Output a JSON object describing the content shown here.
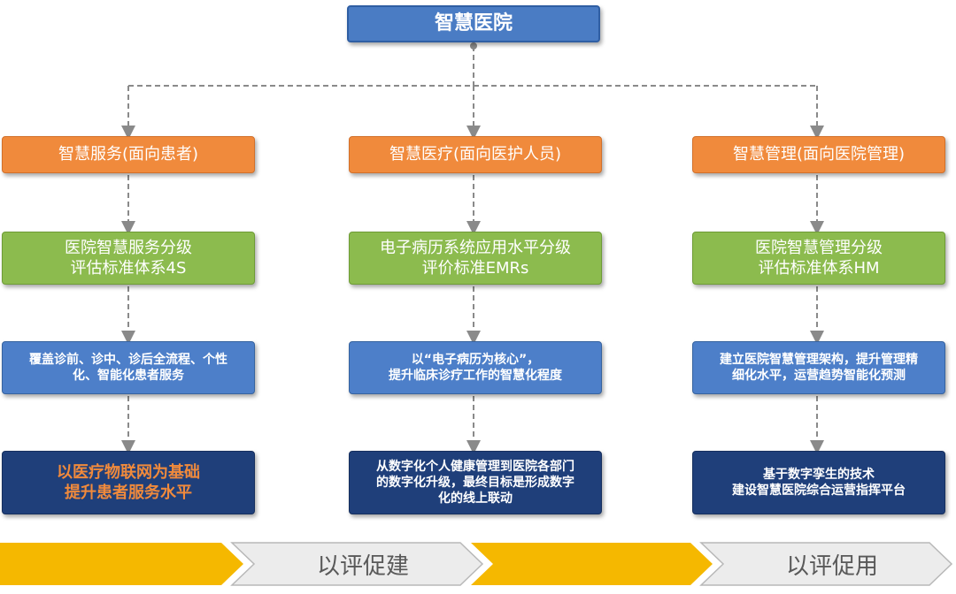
{
  "title": "智慧医院",
  "columns": [
    {
      "category": "智慧服务(面向患者)",
      "standard": [
        "医院智慧服务分级",
        "评估标准体系4S"
      ],
      "focus": [
        "覆盖诊前、诊中、诊后全流程、个性",
        "化、智能化患者服务"
      ],
      "goal": [
        "以医疗物联网为基础",
        "提升患者服务水平"
      ]
    },
    {
      "category": "智慧医疗(面向医护人员)",
      "standard": [
        "电子病历系统应用水平分级",
        "评价标准EMRs"
      ],
      "focus": [
        "以“电子病历为核心”，",
        "提升临床诊疗工作的智慧化程度"
      ],
      "goal": [
        "从数字化个人健康管理到医院各部门",
        "的数字化升级，最终目标是形成数字",
        "化的线上联动"
      ]
    },
    {
      "category": "智慧管理(面向医院管理)",
      "standard": [
        "医院智慧管理分级",
        "评估标准体系HM"
      ],
      "focus": [
        "建立医院智慧管理架构，提升管理精",
        "细化水平，运营趋势智能化预测"
      ],
      "goal": [
        "基于数字孪生的技术",
        "建设智慧医院综合运营指挥平台"
      ]
    }
  ],
  "banner": [
    "以评促建",
    "以评促用"
  ],
  "colors": {
    "root": "#4a7cc4",
    "category": "#f08a3c",
    "standard": "#8cbb4e",
    "focus": "#4d7fc9",
    "goal": "#1f3f7a",
    "arrow_yellow": "#f5b800",
    "arrow_gray": "#ececec"
  }
}
